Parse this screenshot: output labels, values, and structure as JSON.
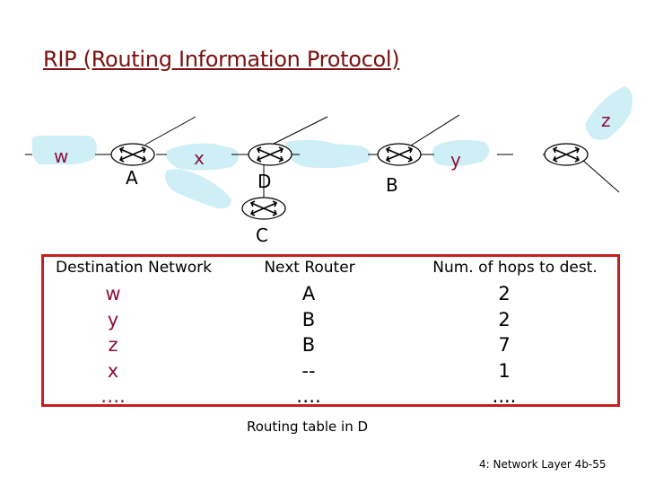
{
  "title": "RIP (Routing Information Protocol)",
  "network": {
    "networks": {
      "w": "w",
      "x": "x",
      "y": "y",
      "z": "z"
    },
    "routers": {
      "A": "A",
      "D": "D",
      "B": "B",
      "C": "C"
    }
  },
  "table": {
    "headers": [
      "Destination Network",
      "Next  Router",
      "Num. of hops to dest."
    ],
    "destinations": [
      "w",
      "y",
      "z",
      "x",
      "…."
    ],
    "next_routers": [
      "A",
      "B",
      "B",
      "--",
      "…."
    ],
    "hops": [
      "2",
      "2",
      "7",
      "1",
      "...."
    ]
  },
  "caption": "Routing table in D",
  "footer": "4: Network Layer  4b-55"
}
